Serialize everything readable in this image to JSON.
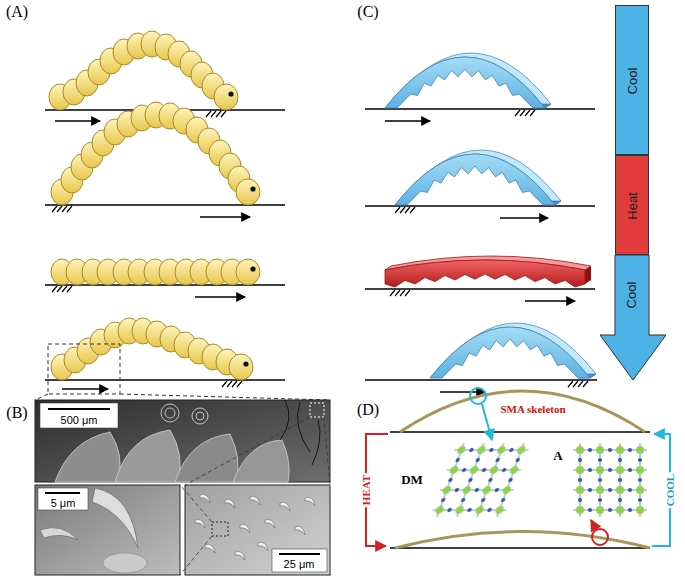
{
  "diagram": {
    "nodes": [
      {
        "text": [
          "Cool"
        ]
      },
      {
        "text": [
          "Heat"
        ]
      },
      {
        "text": [
          "Cool"
        ]
      }
    ],
    "labels": [
      "(A)",
      "(C)",
      "(B)",
      "500 μm",
      "5 μm",
      "25 μm",
      "(D)",
      "SMA skeleton",
      "HEAT",
      "DM",
      "A",
      "COOL"
    ]
  }
}
